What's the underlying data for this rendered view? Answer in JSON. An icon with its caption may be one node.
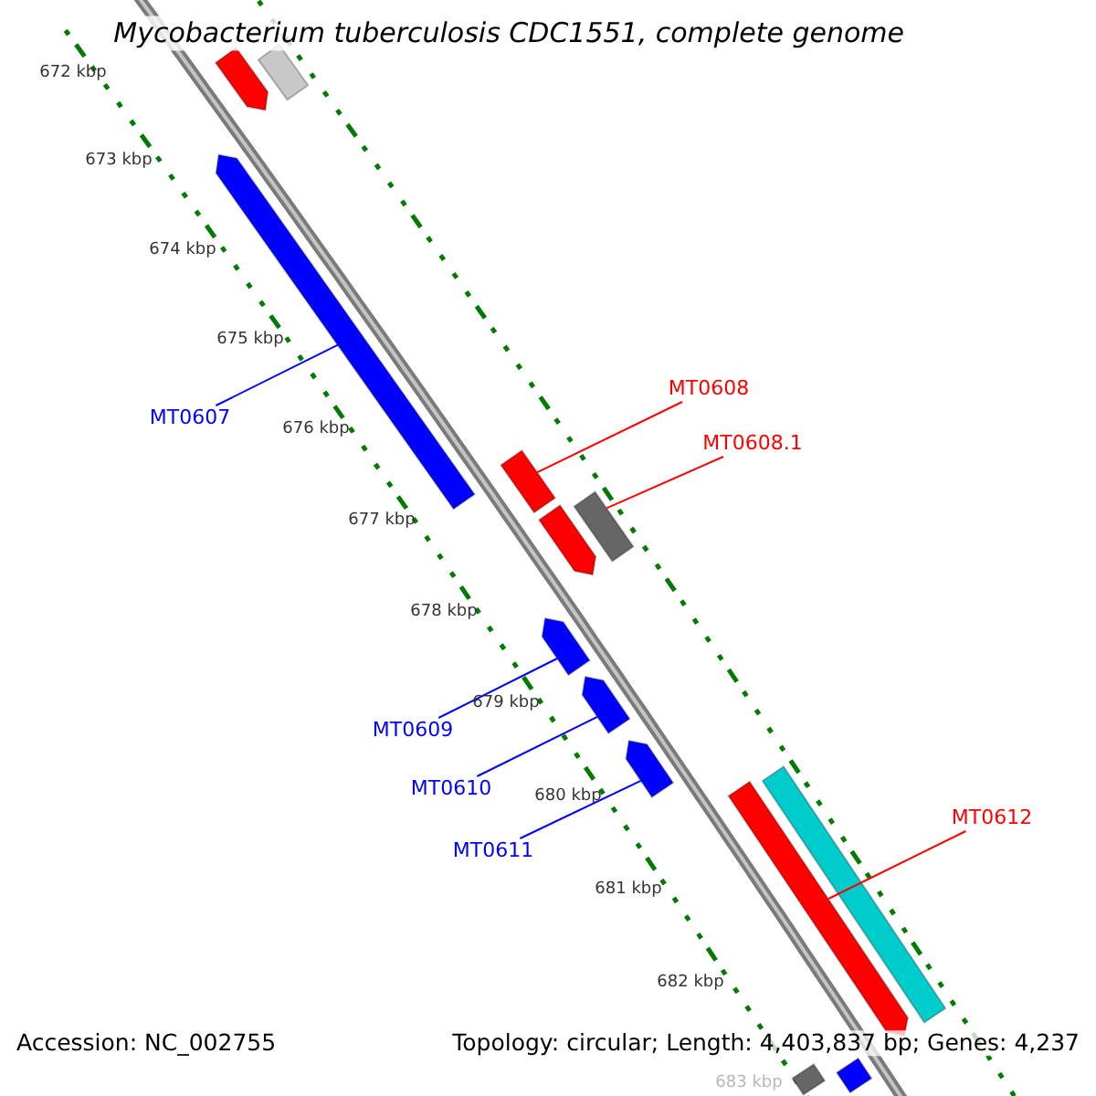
{
  "diagram": {
    "title": "Mycobacterium tuberculosis CDC1551, complete genome",
    "nodes": [
      {
        "text": [
          "MT0607"
        ]
      },
      {
        "text": [
          "MT0608"
        ]
      },
      {
        "text": [
          "MT0608.1"
        ]
      },
      {
        "text": [
          "MT0609"
        ]
      },
      {
        "text": [
          "MT0610"
        ]
      },
      {
        "text": [
          "MT0611"
        ]
      },
      {
        "text": [
          "MT0612"
        ]
      },
      {
        "text": [],
        "shape": "bar"
      },
      {
        "text": [],
        "shape": "bar"
      },
      {
        "text": [],
        "shape": "bar"
      },
      {
        "text": [],
        "shape": "bar"
      },
      {
        "text": [],
        "shape": "bar"
      },
      {
        "text": [],
        "shape": "bar"
      },
      {
        "text": [],
        "shape": "bar"
      },
      {
        "text": [],
        "shape": "bar"
      },
      {
        "text": [],
        "shape": "bar"
      },
      {
        "text": [],
        "shape": "bar"
      },
      {
        "text": [],
        "shape": "bar"
      },
      {
        "text": [],
        "shape": "bar"
      },
      {
        "text": [],
        "shape": "bar"
      }
    ],
    "edges": [
      {
        "from": 0,
        "to": 9,
        "arrow": "none"
      },
      {
        "from": 1,
        "to": 10,
        "arrow": "none",
        "color": "#ff0000"
      },
      {
        "from": 2,
        "to": 12,
        "arrow": "none",
        "color": "#ff0000"
      },
      {
        "from": 3,
        "to": 13,
        "arrow": "none"
      },
      {
        "from": 4,
        "to": 14,
        "arrow": "none"
      },
      {
        "from": 5,
        "to": 15,
        "arrow": "none"
      },
      {
        "from": 6,
        "to": 16,
        "arrow": "none",
        "color": "#ff0000"
      }
    ],
    "labels": [
      "672 kbp",
      "673 kbp",
      "674 kbp",
      "675 kbp",
      "676 kbp",
      "677 kbp",
      "678 kbp",
      "679 kbp",
      "680 kbp",
      "681 kbp",
      "682 kbp",
      "683 kbp",
      "Accession: NC_002755",
      "Topology: circular; Length: 4,403,837 bp; Genes: 4,237"
    ]
  }
}
